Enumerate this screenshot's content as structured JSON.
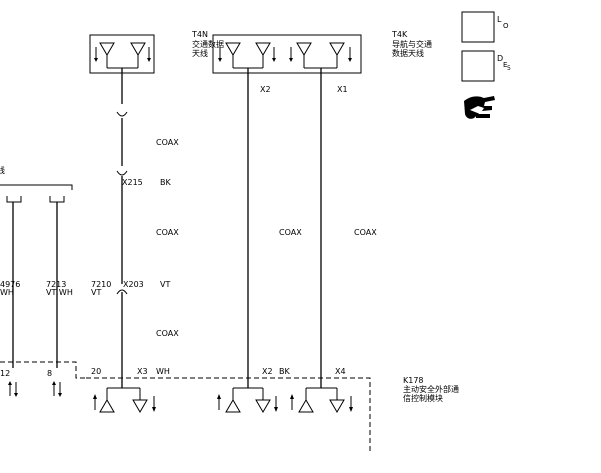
{
  "components": {
    "t4n": {
      "ref": "T4N",
      "name_line1": "交通数据",
      "name_line2": "天线"
    },
    "t4k": {
      "ref": "T4K",
      "name_line1": "导航与交通",
      "name_line2": "数据天线"
    },
    "k178": {
      "ref": "K178",
      "name_line1": "主动安全外部通",
      "name_line2": "信控制模块"
    }
  },
  "legend": {
    "box1_label": "L",
    "box1_sub": "O",
    "box2_label": "D",
    "box2_sub": "E",
    "box2_sub2": "5"
  },
  "t4k_pins": {
    "left": "X2",
    "right": "X1"
  },
  "cable": {
    "coax": "COAX"
  },
  "connectors": {
    "x215": {
      "ref": "X215",
      "color": "BK"
    },
    "x203": {
      "ref": "X203",
      "color": "VT"
    }
  },
  "left_fragment": {
    "header_text": "线"
  },
  "left_wires": [
    {
      "circuit": "4976",
      "color": "WH",
      "pin": "12"
    },
    {
      "circuit": "7213",
      "color": "VT WH",
      "pin": "8"
    }
  ],
  "coax_center_wire": {
    "circuit": "7210",
    "color": "VT"
  },
  "k178_pins": [
    {
      "pin": "20",
      "conn": "X3",
      "color": "WH"
    },
    {
      "conn": "X2",
      "color": "BK"
    },
    {
      "conn": "X4"
    }
  ]
}
